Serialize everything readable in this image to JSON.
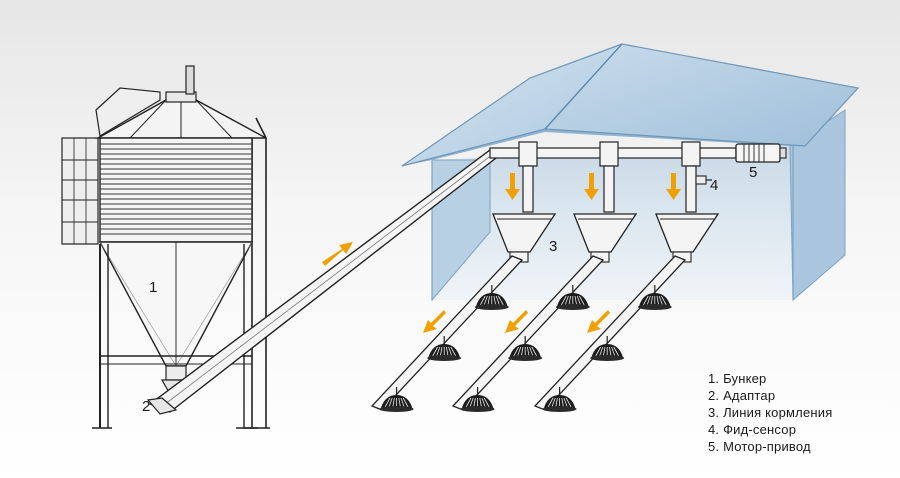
{
  "colors": {
    "roof": "#b9d2e6",
    "roof_edge": "#6f96b7",
    "wall": "#cfe1ee",
    "arrow": "#f0a000",
    "metal": "#f2f2f2",
    "stroke": "#222222"
  },
  "callouts": {
    "hopper": "1",
    "adapter": "2",
    "feed_line": "3",
    "feed_sensor": "4",
    "motor_drive": "5"
  },
  "legend": [
    {
      "number": "1.",
      "text": "Бункер"
    },
    {
      "number": "2.",
      "text": "Адаптар"
    },
    {
      "number": "3.",
      "text": "Линия кормления"
    },
    {
      "number": "4.",
      "text": "Фид-сенсор"
    },
    {
      "number": "5.",
      "text": "Мотор-привод"
    }
  ]
}
